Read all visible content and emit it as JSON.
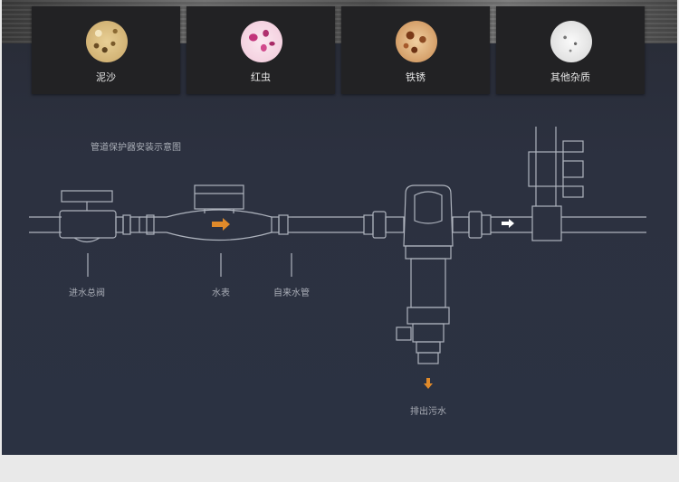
{
  "impurities": [
    {
      "label": "泥沙",
      "icon": "sand-sample-icon",
      "color": "#c9a768"
    },
    {
      "label": "红虫",
      "icon": "red-worm-sample-icon",
      "color": "#d5609a"
    },
    {
      "label": "铁锈",
      "icon": "rust-sample-icon",
      "color": "#b06a3c"
    },
    {
      "label": "其他杂质",
      "icon": "other-impurities-sample-icon",
      "color": "#d8d8d8"
    }
  ],
  "diagram": {
    "title": "管道保护器安装示意图",
    "labels": {
      "main_valve": "进水总阀",
      "water_meter": "水表",
      "tap_pipe": "自来水管",
      "drain": "排出污水"
    },
    "flow_arrow_colors": {
      "orange": "#e08a2a",
      "white": "#ffffff"
    }
  }
}
